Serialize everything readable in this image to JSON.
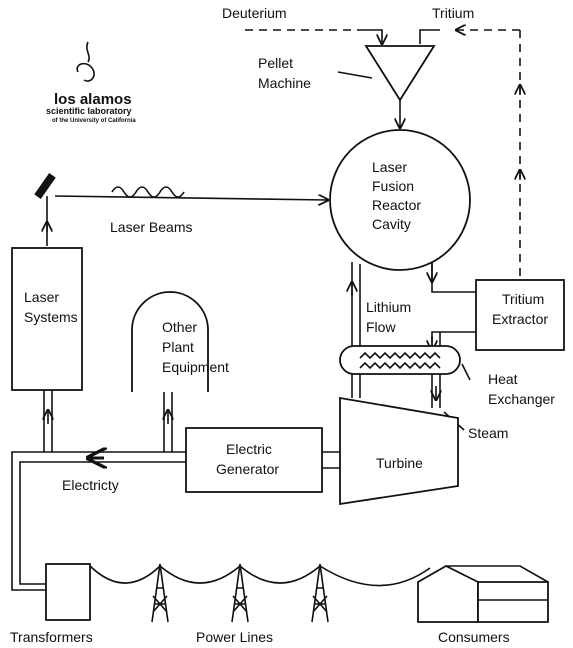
{
  "logo": {
    "name": "los alamos",
    "line2": "scientific laboratory",
    "line3": "of the University of California"
  },
  "labels": {
    "deuterium": "Deuterium",
    "tritium": "Tritium",
    "pellet_machine_1": "Pellet",
    "pellet_machine_2": "Machine",
    "reactor_1": "Laser",
    "reactor_2": "Fusion",
    "reactor_3": "Reactor",
    "reactor_4": "Cavity",
    "laser_beams": "Laser  Beams",
    "laser_systems_1": "Laser",
    "laser_systems_2": "Systems",
    "other_1": "Other",
    "other_2": "Plant",
    "other_3": "Equipment",
    "lithium_1": "Lithium",
    "lithium_2": "Flow",
    "tritium_ext_1": "Tritium",
    "tritium_ext_2": "Extractor",
    "heat_ex_1": "Heat",
    "heat_ex_2": "Exchanger",
    "steam": "Steam",
    "generator_1": "Electric",
    "generator_2": "Generator",
    "turbine": "Turbine",
    "electricity": "Electricty",
    "transformers": "Transformers",
    "power_lines": "Power  Lines",
    "consumers": "Consumers"
  }
}
